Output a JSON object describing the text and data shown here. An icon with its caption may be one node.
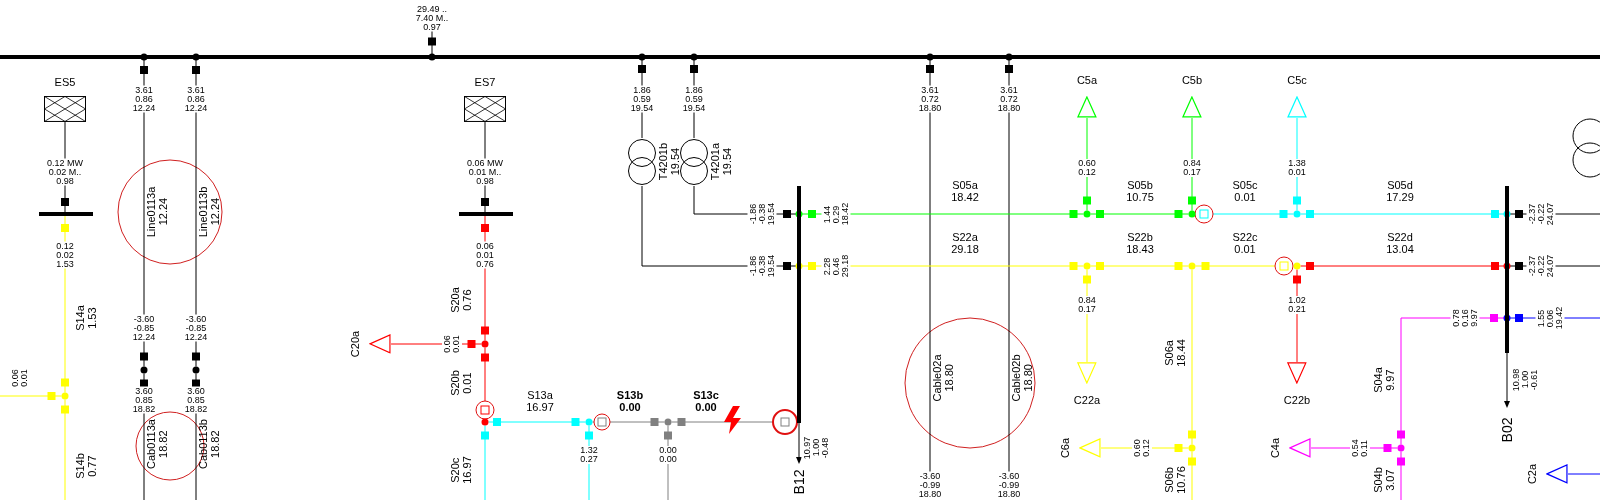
{
  "diagram": {
    "nodes": [
      {
        "text": [],
        "shape": "bar"
      },
      {
        "text": [
          "ES5"
        ]
      },
      {
        "text": [],
        "shape": "bar"
      },
      {
        "text": [
          "ES7"
        ]
      },
      {
        "text": [],
        "shape": "bar"
      },
      {
        "text": [
          "T4201b 19.54"
        ]
      },
      {
        "text": [
          "T4201a 19.54"
        ]
      },
      {
        "text": [],
        "shape": "bar"
      },
      {
        "text": [],
        "shape": "bar"
      },
      {
        "text": [
          "C5a"
        ]
      },
      {
        "text": [
          "C5b"
        ]
      },
      {
        "text": [
          "C5c"
        ]
      },
      {
        "text": [
          "C22a"
        ]
      },
      {
        "text": [
          "C22b"
        ]
      },
      {
        "text": [
          "C6a"
        ]
      },
      {
        "text": [
          "C4a"
        ]
      },
      {
        "text": [
          "C20a"
        ]
      },
      {
        "text": [
          "C2a"
        ]
      },
      {
        "text": [],
        "shape": "circle"
      },
      {
        "text": [],
        "shape": "circle"
      },
      {
        "text": [],
        "shape": "circle"
      },
      {
        "text": [],
        "shape": "circle"
      },
      {
        "text": [],
        "shape": "circle"
      },
      {
        "text": [],
        "shape": "circle"
      },
      {
        "text": [],
        "shape": "circle"
      },
      {
        "text": [],
        "shape": "circle"
      },
      {
        "text": [],
        "shape": "circle"
      },
      {
        "text": [],
        "shape": "circle"
      },
      {
        "text": [],
        "shape": "circle"
      },
      {
        "text": [],
        "shape": "circle"
      },
      {
        "text": [],
        "shape": "circle"
      },
      {
        "text": [],
        "shape": "circle"
      },
      {
        "text": [],
        "shape": "circle"
      },
      {
        "text": [
          "29.49 .. 7.40 M.. 0.97"
        ]
      },
      {
        "text": [
          "-3.60 -0.99 18.80"
        ]
      },
      {
        "text": [
          "-3.60 -0.99 18.80"
        ]
      }
    ],
    "edges": [
      {
        "from": 0,
        "to": 18,
        "arrow": "other",
        "label": "Line0113a 12.24"
      },
      {
        "from": 0,
        "to": 19,
        "arrow": "other",
        "label": "Line0113b 12.24"
      },
      {
        "from": null,
        "to": 18,
        "arrow": "other",
        "label": "Cab0113a 18.82"
      },
      {
        "from": null,
        "to": 19,
        "arrow": "other",
        "label": "Cab0113b 18.82"
      },
      {
        "from": 1,
        "to": 2,
        "arrow": "other"
      },
      {
        "from": 3,
        "to": 4,
        "arrow": "other"
      },
      {
        "from": 5,
        "to": 0,
        "arrow": "other"
      },
      {
        "from": 5,
        "to": 7,
        "arrow": "other"
      },
      {
        "from": 6,
        "to": 0,
        "arrow": "other"
      },
      {
        "from": 6,
        "to": 7,
        "arrow": "other"
      },
      {
        "from": 34,
        "to": 0,
        "arrow": "other",
        "label": "Cable02a 18.80"
      },
      {
        "from": 35,
        "to": 0,
        "arrow": "other",
        "label": "Cable02b 18.80"
      },
      {
        "from": 2,
        "to": 20,
        "arrow": "other",
        "label": "S14a 1.53",
        "color": "#ffff00"
      },
      {
        "from": null,
        "to": 20,
        "arrow": "other",
        "label": "S14b 0.77",
        "color": "#ffff00"
      },
      {
        "from": null,
        "to": 20,
        "arrow": "other",
        "color": "#ffff00"
      },
      {
        "from": 4,
        "to": 21,
        "arrow": "other",
        "label": "S20a 0.76",
        "color": "#ff0000"
      },
      {
        "from": 16,
        "to": 21,
        "arrow": "other",
        "color": "#ff0000"
      },
      {
        "from": 22,
        "to": 21,
        "arrow": "other",
        "label": "S20b 0.01",
        "color": "#ff0000"
      },
      {
        "from": null,
        "to": 22,
        "arrow": "other",
        "label": "S20c 16.97",
        "color": "#00ffff"
      },
      {
        "from": 22,
        "to": 23,
        "arrow": "other",
        "label": "S13a 16.97",
        "color": "#00ffff"
      },
      {
        "from": null,
        "to": 23,
        "arrow": "other",
        "color": "#00ffff"
      },
      {
        "from": 23,
        "to": 24,
        "arrow": "other",
        "label": "S13b 0.00",
        "color": "#808080"
      },
      {
        "from": null,
        "to": 24,
        "arrow": "other",
        "color": "#808080"
      },
      {
        "from": 7,
        "to": 24,
        "arrow": "other",
        "label": "S13c 0.00",
        "color": "#808080"
      },
      {
        "from": 7,
        "to": 25,
        "arrow": "other",
        "label": "S05a 18.42",
        "color": "#00ff00"
      },
      {
        "from": 25,
        "to": 26,
        "arrow": "other",
        "label": "S05b 10.75",
        "color": "#00ff00"
      },
      {
        "from": 26,
        "to": 27,
        "arrow": "other",
        "label": "S05c 0.01",
        "color": "#00ffff"
      },
      {
        "from": 27,
        "to": 8,
        "arrow": "other",
        "label": "S05d 17.29",
        "color": "#00ffff"
      },
      {
        "from": 9,
        "to": 25,
        "arrow": "other",
        "color": "#00ff00"
      },
      {
        "from": 10,
        "to": 26,
        "arrow": "other",
        "color": "#00ff00"
      },
      {
        "from": 11,
        "to": 27,
        "arrow": "other",
        "color": "#00ffff"
      },
      {
        "from": 7,
        "to": 28,
        "arrow": "other",
        "label": "S22a 29.18",
        "color": "#ffff00"
      },
      {
        "from": 28,
        "to": 29,
        "arrow": "other",
        "label": "S22b 18.43",
        "color": "#ffff00"
      },
      {
        "from": 30,
        "to": 29,
        "arrow": "other",
        "label": "S22c 0.01",
        "color": "#ffff00"
      },
      {
        "from": 30,
        "to": 8,
        "arrow": "other",
        "label": "S22d 13.04",
        "color": "#ff0000"
      },
      {
        "from": 12,
        "to": 28,
        "arrow": "other",
        "color": "#ffff00"
      },
      {
        "from": 13,
        "to": 30,
        "arrow": "other",
        "color": "#ff0000"
      },
      {
        "from": 29,
        "to": 31,
        "arrow": "other",
        "label": "S06a 18.44",
        "color": "#ffff00"
      },
      {
        "from": null,
        "to": 31,
        "arrow": "other",
        "label": "S06b 10.76",
        "color": "#ffff00"
      },
      {
        "from": 14,
        "to": 31,
        "arrow": "other",
        "color": "#ffff00"
      },
      {
        "from": 8,
        "to": 32,
        "arrow": "other",
        "label": "S04a 9.97",
        "color": "#ff00ff"
      },
      {
        "from": null,
        "to": 32,
        "arrow": "other",
        "label": "S04b 3.07",
        "color": "#ff00ff"
      },
      {
        "from": 15,
        "to": 32,
        "arrow": "other",
        "color": "#ff00ff"
      },
      {
        "from": null,
        "to": 8,
        "arrow": "other"
      },
      {
        "from": null,
        "to": 8,
        "arrow": "other"
      },
      {
        "from": null,
        "to": 8,
        "arrow": "other",
        "color": "#0000ff"
      },
      {
        "from": null,
        "to": 17,
        "arrow": "none",
        "color": "#0000ff"
      },
      {
        "from": 0,
        "to": 33,
        "arrow": "other"
      }
    ],
    "labels": [
      "3.61 0.86 12.24",
      "3.61 0.86 12.24",
      "1.86 0.59 19.54",
      "1.86 0.59 19.54",
      "3.61 0.72 18.80",
      "3.61 0.72 18.80",
      "0.12 MW 0.02 M.. 0.98",
      "0.06 MW 0.01 M.. 0.98",
      "0.60 0.12",
      "0.84 0.17",
      "1.38 0.01",
      "-1.86 -0.38 19.54",
      "1.44 0.29 18.42",
      "-2.37 -0.22 24.07",
      "0.12 0.02 1.53",
      "0.06 0.01 0.76",
      "-1.86 -0.38 19.54",
      "2.28 0.46 29.18",
      "-2.37 -0.22 24.07",
      "0.84 0.17",
      "1.02 0.21",
      "0.78 0.16 9.97",
      "1.55 0.06 19.42",
      "-3.60 -0.85 12.24",
      "-3.60 -0.85 12.24",
      "0.06 0.01",
      "0.06 0.01",
      "3.60 0.85 18.82",
      "3.60 0.85 18.82",
      "10.98 1.00 -0.61",
      "B02",
      "1.32 0.27",
      "0.00 0.00",
      "10.97 1.00 -0.48",
      "0.60 0.12",
      "0.54 0.11",
      "B12"
    ]
  }
}
